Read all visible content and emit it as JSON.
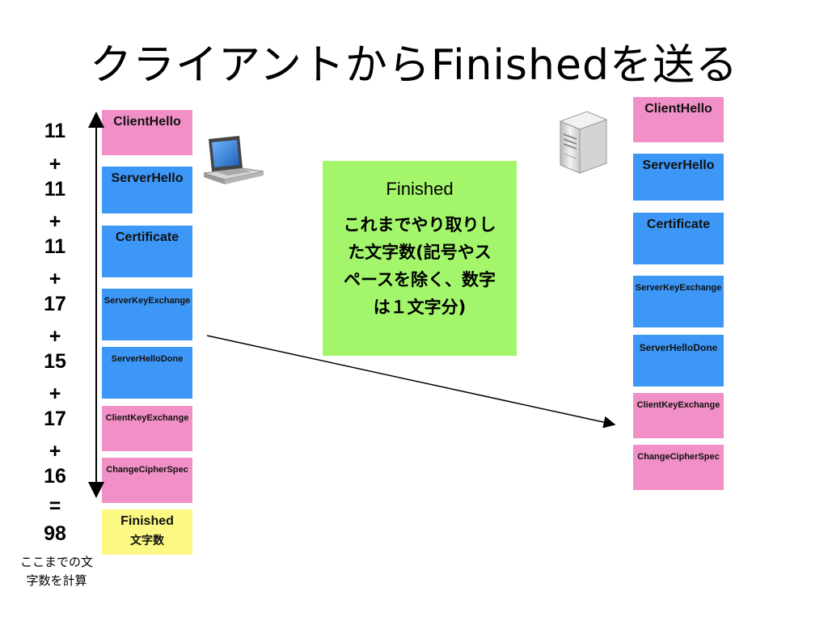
{
  "title": "クライアントからFinishedを送る",
  "sum": [
    "11",
    "+",
    "11",
    "+",
    "11",
    "+",
    "17",
    "+",
    "15",
    "+",
    "17",
    "+",
    "16",
    "=",
    "98"
  ],
  "note": [
    "ここまでの文",
    "字数を計算"
  ],
  "client_messages": [
    {
      "label": "ClientHello",
      "color": "#f190c6"
    },
    {
      "label": "ServerHello",
      "color": "#3d97f7"
    },
    {
      "label": "Certificate",
      "color": "#3d97f7"
    },
    {
      "label": "ServerKeyExchange",
      "color": "#3d97f7"
    },
    {
      "label": "ServerHelloDone",
      "color": "#3d97f7"
    },
    {
      "label": "ClientKeyExchange",
      "color": "#f190c6"
    },
    {
      "label": "ChangeCipherSpec",
      "color": "#f190c6"
    }
  ],
  "client_finished": {
    "label": "Finished",
    "sublabel": "文字数",
    "color": "#fbf883"
  },
  "server_messages": [
    {
      "label": "ClientHello",
      "color": "#f190c6"
    },
    {
      "label": "ServerHello",
      "color": "#3d97f7"
    },
    {
      "label": "Certificate",
      "color": "#3d97f7"
    },
    {
      "label": "ServerKeyExchange",
      "color": "#3d97f7"
    },
    {
      "label": "ServerHelloDone",
      "color": "#3d97f7"
    },
    {
      "label": "ClientKeyExchange",
      "color": "#f190c6"
    },
    {
      "label": "ChangeCipherSpec",
      "color": "#f190c6"
    }
  ],
  "info_box": {
    "title": "Finished",
    "lines": [
      "これまでやり取りし",
      "た文字数(記号やス",
      "ペースを除く、数字",
      "は１文字分)"
    ],
    "color": "#a3f56b"
  },
  "icons": {
    "client": "laptop-icon",
    "server": "server-icon"
  }
}
